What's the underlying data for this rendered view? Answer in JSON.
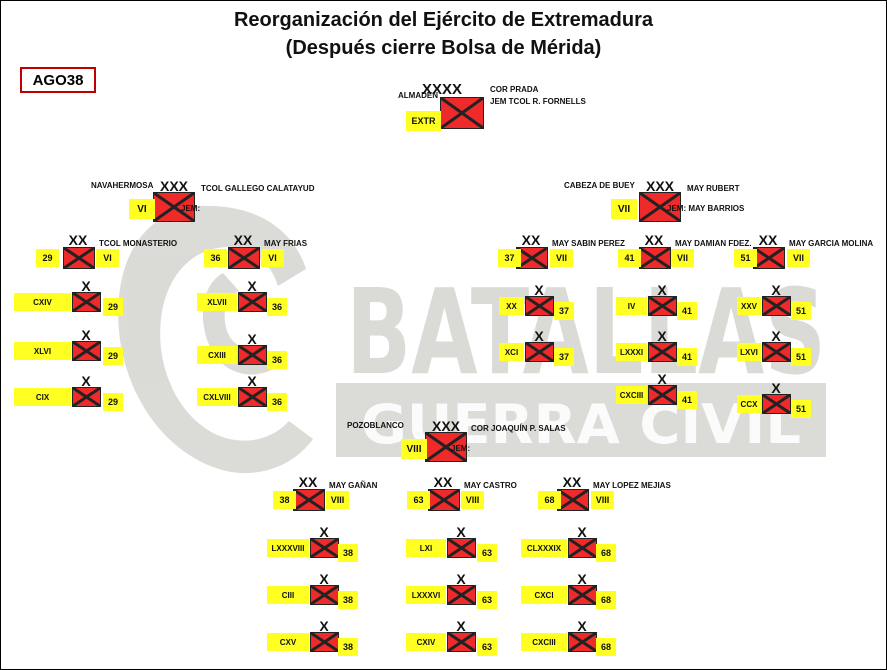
{
  "title": {
    "line1": "Reorganización del Ejército de Extremadura",
    "line2": "(Después cierre Bolsa de Mérida)"
  },
  "date_tag": "AGO38",
  "echelon_marks": {
    "army": "XXXX",
    "corps": "XXX",
    "division": "XX",
    "brigade": "X"
  },
  "watermark": {
    "line1": "BATALLAS",
    "line2": "GUERRA CIVIL"
  },
  "colors": {
    "unit_fill": "#ee2a2a",
    "label_fill": "#ffff22",
    "date_border": "#c00000",
    "watermark": "#bdbdb6"
  },
  "army": {
    "id": "EXTR",
    "location": "ALMADEN",
    "commander": "COR PRADA",
    "chief_of_staff": "JEM TCOL R. FORNELLS"
  },
  "corps": [
    {
      "id": "VI",
      "location": "NAVAHERMOSA",
      "commander": "TCOL GALLEGO CALATAYUD",
      "jem": "JEM:",
      "divisions": [
        {
          "number": "29",
          "corps": "VI",
          "commander": "TCOL MONASTERIO",
          "brigades": [
            "CXIV",
            "XLVI",
            "CIX"
          ]
        },
        {
          "number": "36",
          "corps": "VI",
          "commander": "MAY FRIAS",
          "brigades": [
            "XLVII",
            "CXIII",
            "CXLVIII"
          ]
        }
      ]
    },
    {
      "id": "VII",
      "location": "CABEZA DE BUEY",
      "commander": "MAY RUBERT",
      "jem": "JEM: MAY BARRIOS",
      "divisions": [
        {
          "number": "37",
          "corps": "VII",
          "commander": "MAY SABIN PEREZ",
          "brigades": [
            "XX",
            "XCI"
          ]
        },
        {
          "number": "41",
          "corps": "VII",
          "commander": "MAY DAMIAN FDEZ.",
          "brigades": [
            "IV",
            "LXXXI",
            "CXCIII"
          ]
        },
        {
          "number": "51",
          "corps": "VII",
          "commander": "MAY GARCIA MOLINA",
          "brigades": [
            "XXV",
            "LXVI",
            "CCX"
          ]
        }
      ]
    },
    {
      "id": "VIII",
      "location": "POZOBLANCO",
      "commander": "COR JOAQUÍN P. SALAS",
      "jem": "JEM:",
      "divisions": [
        {
          "number": "38",
          "corps": "VIII",
          "commander": "MAY GAÑAN",
          "brigades": [
            "LXXXVIII",
            "CIII",
            "CXV"
          ]
        },
        {
          "number": "63",
          "corps": "VIII",
          "commander": "MAY CASTRO",
          "brigades": [
            "LXI",
            "LXXXVI",
            "CXIV"
          ]
        },
        {
          "number": "68",
          "corps": "VIII",
          "commander": "MAY LOPEZ MEJIAS",
          "brigades": [
            "CLXXXIX",
            "CXCI",
            "CXCIII"
          ]
        }
      ]
    }
  ]
}
